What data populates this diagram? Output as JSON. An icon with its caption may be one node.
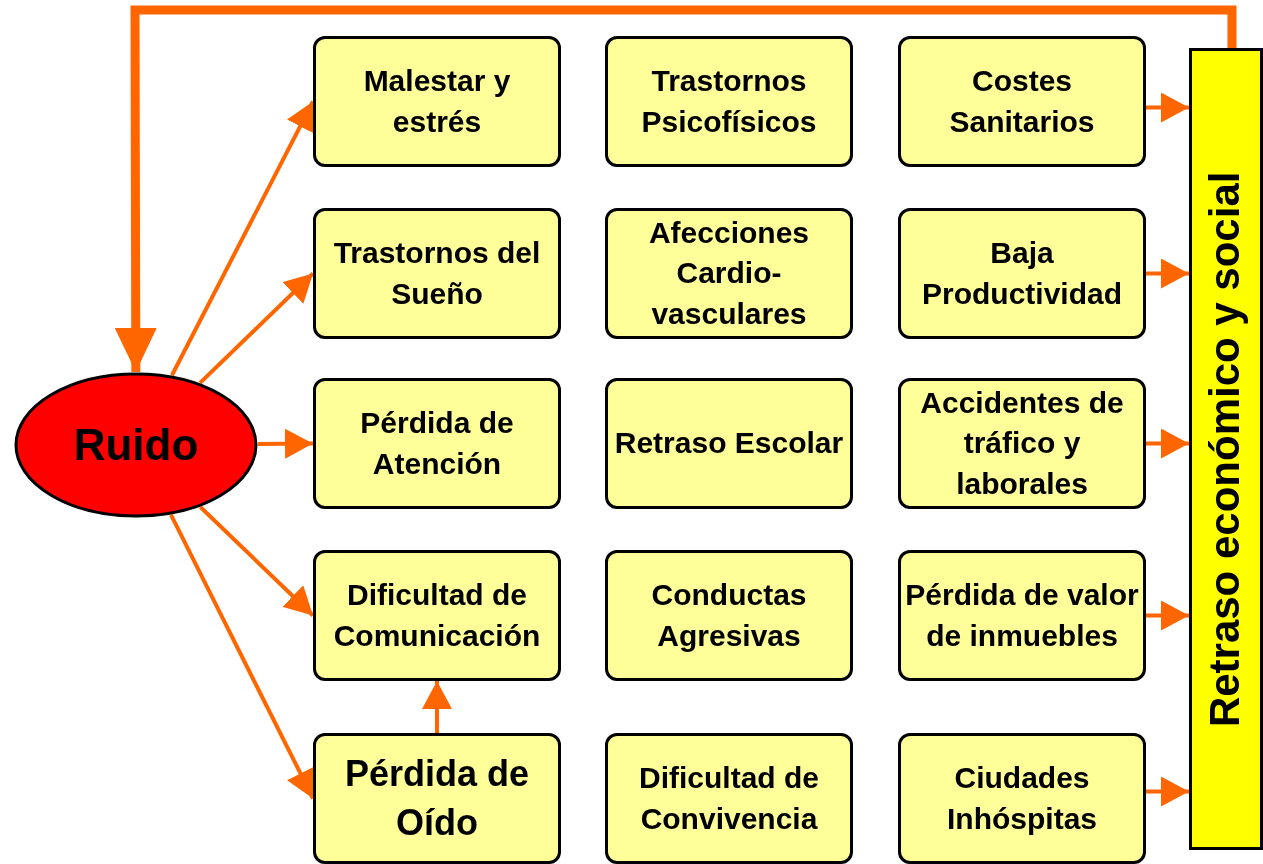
{
  "diagram": {
    "nodes": [
      {
        "text": [
          "Ruido"
        ]
      },
      {
        "text": [
          "Malestar y estrés"
        ]
      },
      {
        "text": [
          "Trastornos Psicofísicos"
        ]
      },
      {
        "text": [
          "Costes Sanitarios"
        ]
      },
      {
        "text": [
          "Trastornos del Sueño"
        ]
      },
      {
        "text": [
          "Afecciones Cardio-vasculares"
        ]
      },
      {
        "text": [
          "Baja Productividad"
        ]
      },
      {
        "text": [
          "Pérdida de Atención"
        ]
      },
      {
        "text": [
          "Retraso Escolar"
        ]
      },
      {
        "text": [
          "Accidentes de tráfico y laborales"
        ]
      },
      {
        "text": [
          "Dificultad de Comunicación"
        ]
      },
      {
        "text": [
          "Conductas Agresivas"
        ]
      },
      {
        "text": [
          "Pérdida de valor de inmuebles"
        ]
      },
      {
        "text": [
          "Pérdida de Oído"
        ]
      },
      {
        "text": [
          "Dificultad de Convivencia"
        ]
      },
      {
        "text": [
          "Ciudades Inhóspitas"
        ]
      },
      {
        "text": [
          "Retraso económico y social"
        ]
      }
    ],
    "edges": [
      {
        "from": 0,
        "to": 1,
        "arrow": "to"
      },
      {
        "from": 0,
        "to": 4,
        "arrow": "to"
      },
      {
        "from": 0,
        "to": 7,
        "arrow": "to"
      },
      {
        "from": 0,
        "to": 10,
        "arrow": "to"
      },
      {
        "from": 0,
        "to": 13,
        "arrow": "to"
      },
      {
        "from": 13,
        "to": 10,
        "arrow": "to"
      },
      {
        "from": 3,
        "to": 16,
        "arrow": "to"
      },
      {
        "from": 6,
        "to": 16,
        "arrow": "to"
      },
      {
        "from": 9,
        "to": 16,
        "arrow": "to"
      },
      {
        "from": 12,
        "to": 16,
        "arrow": "to"
      },
      {
        "from": 15,
        "to": 16,
        "arrow": "to"
      },
      {
        "from": 16,
        "to": 0,
        "arrow": "to",
        "style": "thick"
      }
    ]
  }
}
